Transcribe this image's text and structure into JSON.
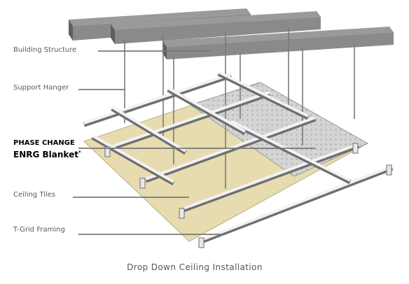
{
  "labels": {
    "building_structure": "Building Structure",
    "support_hanger": "Support Hanger",
    "blanket_line1": "PHASE CHANGE",
    "blanket_line2": "ENRG Blanket",
    "blanket_mark": "*",
    "ceiling_tiles": "Ceiling Tiles",
    "t_grid_framing": "T-Grid Framing"
  },
  "caption": "Drop Down Ceiling Installation",
  "colors": {
    "tile": "#e6dcb0",
    "blanket": "#cfcfcf",
    "grid": "#f2f2f2",
    "grid_edge": "#6f6f6f",
    "beam": "#7f7f7f",
    "leader": "#777777"
  }
}
